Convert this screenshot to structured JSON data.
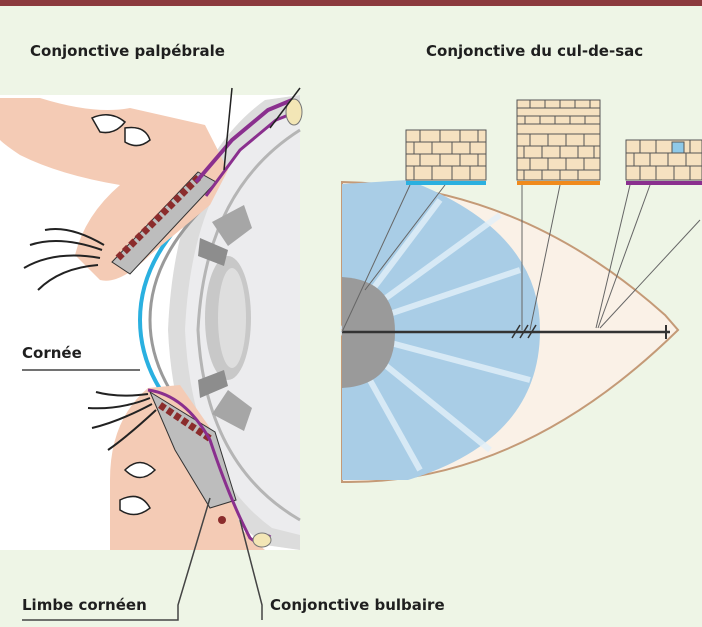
{
  "labels": {
    "conj_palpebrale": "Conjonctive palpébrale",
    "conj_cul_de_sac": "Conjonctive du cul-de-sac",
    "cornee": "Cornée",
    "limbe": "Limbe cornéen",
    "conj_bulbaire": "Conjonctive bulbaire"
  },
  "colors": {
    "top_bar": "#8b3a3e",
    "background": "#eef5e6",
    "cornea_line": "#2ab0e0",
    "limbus": "#f08a1c",
    "conjunctiva": "#8a2f8e",
    "iris": "#a9cde6",
    "pupil": "#9a9a9a",
    "eyelid_skin": "#f4cbb5",
    "muscle": "#8b2c2c",
    "cell_fill": "#f6e1c0",
    "goblet_cell": "#8fc9e8"
  }
}
